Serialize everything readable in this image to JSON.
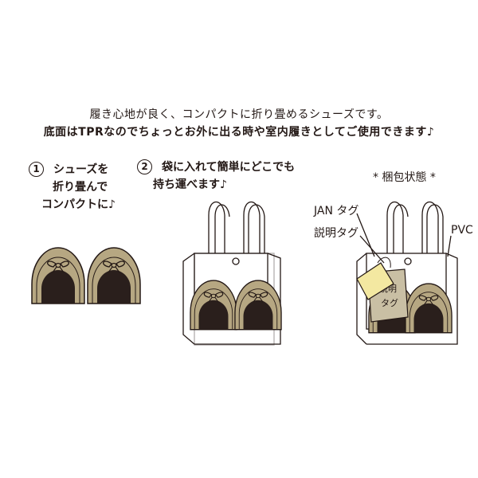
{
  "intro": {
    "line1": "履き心地が良く、コンパクトに折り畳めるシューズです。",
    "line2": "底面はTPRなのでちょっとお外に出る時や室内履きとしてご使用できます♪"
  },
  "steps": [
    {
      "number": "1",
      "lines": [
        "シューズを",
        "折り畳んで",
        "コンパクトに♪"
      ]
    },
    {
      "number": "2",
      "lines": [
        "袋に入れて簡単にどこでも",
        "持ち運べます♪"
      ]
    }
  ],
  "packaging": {
    "title": "* 梱包状態 *",
    "jan_tag": "JAN タグ",
    "manual_tag": "説明タグ",
    "pvc": "PVC",
    "tag_text_1": "説明",
    "tag_text_2": "タグ"
  },
  "colors": {
    "shoe": "#b6a782",
    "shoe_dark": "#2a1f1c",
    "outline": "#231815",
    "jan_tag": "#f3e8a1",
    "manual_tag": "#c9bfa4"
  }
}
